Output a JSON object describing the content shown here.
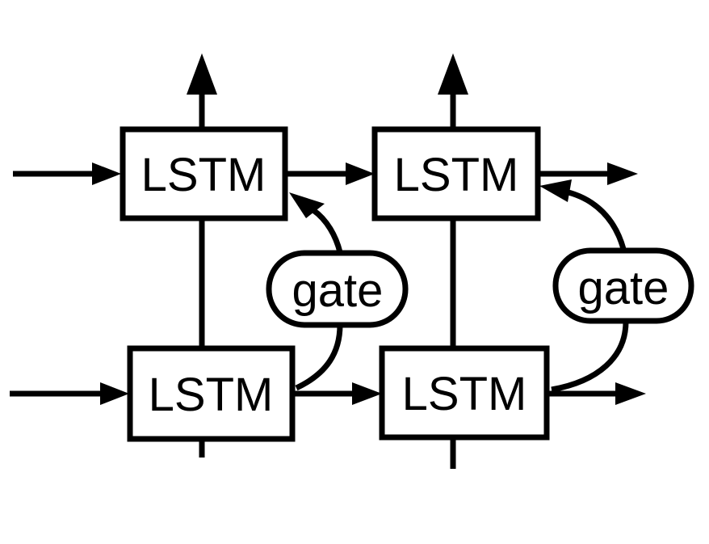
{
  "diagram": {
    "colors": {
      "stroke": "#000000",
      "fill": "#ffffff"
    },
    "top_left_cell": {
      "label": "LSTM"
    },
    "top_right_cell": {
      "label": "LSTM"
    },
    "bottom_left_cell": {
      "label": "LSTM"
    },
    "bottom_right_cell": {
      "label": "LSTM"
    },
    "left_gate": {
      "label": "gate"
    },
    "right_gate": {
      "label": "gate"
    }
  }
}
